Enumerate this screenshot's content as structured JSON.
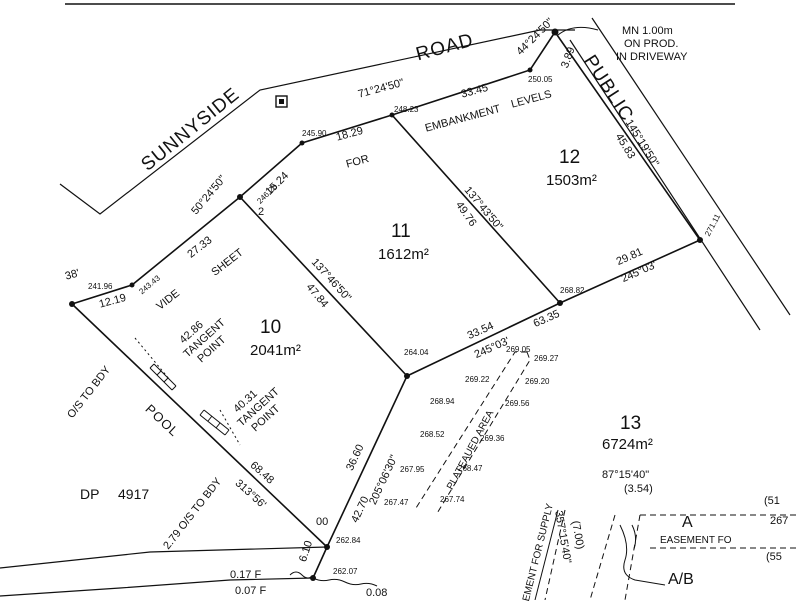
{
  "roads": {
    "sunnyside": "SUNNYSIDE",
    "road": "ROAD",
    "public": "PUBLIC",
    "pool": "POOL"
  },
  "lots": [
    {
      "number": "10",
      "area": "2041m²"
    },
    {
      "number": "11",
      "area": "1612m²"
    },
    {
      "number": "12",
      "area": "1503m²"
    },
    {
      "number": "13",
      "area": "6724m²"
    }
  ],
  "dp": {
    "prefix": "DP",
    "number": "4917"
  },
  "notes": {
    "mn_line1": "MN 1.00m",
    "mn_line2": "ON PROD.",
    "mn_line3": "IN DRIVEWAY",
    "tangent1_value": "42.86",
    "tangent1_text1": "TANGENT",
    "tangent1_text2": "POINT",
    "tangent2_value": "40.31",
    "tangent2_text1": "TANGENT",
    "tangent2_text2": "POINT",
    "os_bdy_top": "O/S TO BDY",
    "os_bdy_bottom": "2.79 O/S TO BDY",
    "plateaued_area": "PLATEAUED AREA",
    "easement_letter": "A",
    "easement_for": "EASEMENT FO",
    "ab": "A/B",
    "easement_supply": "EMENT FOR SUPPLY",
    "sheet_words": [
      "VIDE",
      "SHEET",
      "2",
      "FOR",
      "EMBANKMENT",
      "LEVELS"
    ]
  },
  "bearings": {
    "b_44_24_50": "44°24'50\"",
    "b_71_24_50": "71°24'50\"",
    "b_50_24_50": "50°24'50\"",
    "b_145_19_50": "145°19'50\"",
    "b_137_43_50": "137°43'50\"",
    "b_137_46_50": "137°46'50\"",
    "b_245_03_a": "245°03'",
    "b_245_03_b": "245°03'",
    "b_205_06_30": "205°06'30\"",
    "b_313_56": "313°56'",
    "b_87_15_40": "87°15'40\"",
    "b_357_15_40": "357°15'40\"",
    "b_38_partial": "38'"
  },
  "distances": {
    "d_33_45": "33.45",
    "d_3_89": "3.89",
    "d_18_29": "18.29",
    "d_15_24": "15.24",
    "d_27_33": "27.33",
    "d_12_19": "12.19",
    "d_45_83": "45.83",
    "d_49_76": "49.76",
    "d_47_84": "47.84",
    "d_29_81": "29.81",
    "d_33_54": "33.54",
    "d_63_35": "63.35",
    "d_36_60": "36.60",
    "d_42_70": "42.70",
    "d_68_48": "68.48",
    "d_6_10": "6.10",
    "d_00": "00",
    "d_3_54": "(3.54)",
    "d_7_00": "(7.00)",
    "d_0_17_f": "0.17 F",
    "d_0_07_f": "0.07 F",
    "d_0_08": "0.08",
    "d_51": "(51",
    "d_267": "267",
    "d_55": "(55"
  },
  "levels": {
    "l_250_05": "250.05",
    "l_248_23": "248.23",
    "l_245_90": "245.90",
    "l_246_28": "246.28",
    "l_243_43": "243.43",
    "l_241_96": "241.96",
    "l_271_11": "271.11",
    "l_268_82": "268.82",
    "l_264_04": "264.04",
    "l_269_05": "269.05",
    "l_269_27": "269.27",
    "l_269_22": "269.22",
    "l_269_20": "269.20",
    "l_268_94": "268.94",
    "l_269_56": "269.56",
    "l_268_52": "268.52",
    "l_269_36": "269.36",
    "l_267_95": "267.95",
    "l_268_47": "268.47",
    "l_267_47": "267.47",
    "l_267_74": "267.74",
    "l_262_84": "262.84",
    "l_262_07": "262.07"
  }
}
